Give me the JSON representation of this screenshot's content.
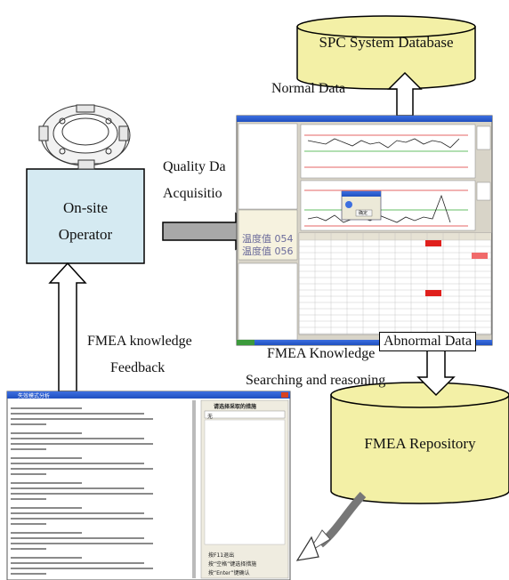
{
  "databases": {
    "spc": "SPC System Database",
    "fmea": "FMEA Repository"
  },
  "operator": {
    "line1": "On-site",
    "line2": "Operator"
  },
  "labels": {
    "normal_data": "Normal Data",
    "quality_data_1": "Quality Da",
    "quality_data_2": "Acquisitio",
    "abnormal_data": "Abnormal Data",
    "fmea_feedback_1": "FMEA knowledge",
    "fmea_feedback_2": "Feedback",
    "fmea_search_1": "FMEA Knowledge",
    "fmea_search_2": "Searching and reasoning"
  },
  "spc_window": {
    "big_text_1": "温度值 054",
    "big_text_2": "温度值 056",
    "dialog_ok": "确定"
  },
  "fmea_window": {
    "title": "失效模式分析",
    "right_header": "请选择采取的措施",
    "right_input": "无",
    "hint_1": "按F11退出",
    "hint_2": "按“空格”键选择措施",
    "hint_3": "按“Enter”键确认"
  },
  "colors": {
    "db_fill": "#f3f0a6",
    "operator_fill": "#d5eaf2",
    "arrow_fill": "#a8a8a8",
    "xp_blue": "#2e5fcf"
  }
}
